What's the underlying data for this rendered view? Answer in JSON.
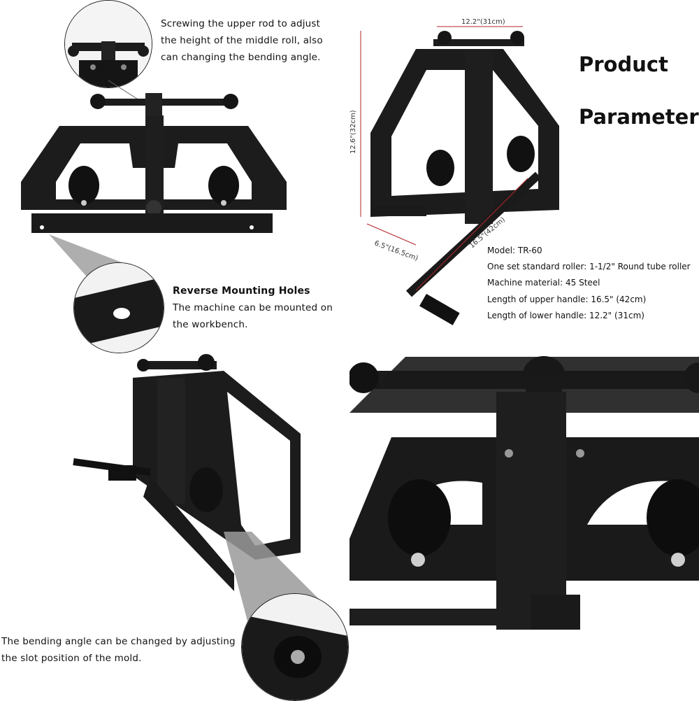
{
  "captions": {
    "adjust_rod": [
      "Screwing the upper rod to adjust",
      "the height of the middle roll, also",
      "can changing the bending angle."
    ],
    "mount_title": "Reverse Mounting Holes",
    "mount_text": [
      "The machine can be mounted on",
      "the workbench."
    ],
    "bend_angle": [
      "The bending angle can be changed by adjusting",
      "the slot position of the mold."
    ]
  },
  "params": {
    "title_line1": "Product",
    "title_line2": "Parameters",
    "items": [
      "Model: TR-60",
      "One set standard roller: 1-1/2\" Round tube roller",
      "Machine material: 45 Steel",
      "Length of upper handle: 16.5\" (42cm)",
      "Length of lower handle: 12.2\" (31cm)"
    ]
  },
  "dimensions": {
    "width": "12.2\"(31cm)",
    "height": "12.6\"(32cm)",
    "depth": "6.5\"(16.5cm)",
    "handle": "16.5\"(42cm)"
  },
  "colors": {
    "metal": "#1c1c1c",
    "metal_dark": "#0e0e0e",
    "highlight": "#3a3a3a",
    "dim_red": "#b3262b"
  }
}
